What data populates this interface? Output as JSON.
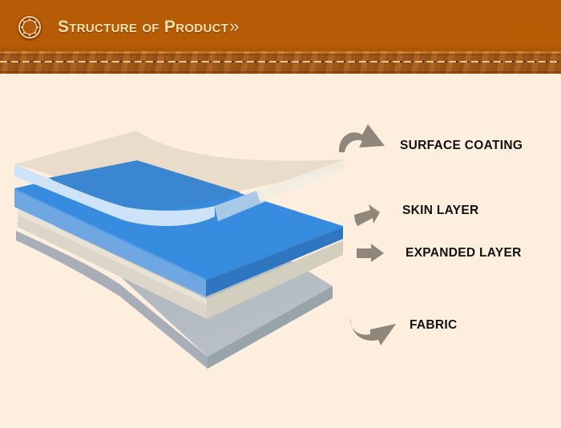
{
  "header": {
    "title": "Structure of Product",
    "chevrons": "»",
    "badge_icon": "gear-ring-icon"
  },
  "colors": {
    "header_bg": "#b55c05",
    "title_text": "#fbe0ac",
    "page_bg": "#fdeede",
    "surface_coating": "#e8dccb",
    "skin_layer": "#3a8ddf",
    "expanded_layer": "#e2dccf",
    "fabric": "#b4bac2",
    "arrow": "#8f877c"
  },
  "layers": [
    {
      "name": "surface-coating",
      "label": "SURFACE COATING",
      "arrow": "curved-up-right-arrow-icon"
    },
    {
      "name": "skin-layer",
      "label": "SKIN LAYER",
      "arrow": "diagonal-up-right-arrow-icon"
    },
    {
      "name": "expanded-layer",
      "label": "EXPANDED LAYER",
      "arrow": "right-arrow-icon"
    },
    {
      "name": "fabric",
      "label": "FABRIC",
      "arrow": "curved-down-right-arrow-icon"
    }
  ]
}
